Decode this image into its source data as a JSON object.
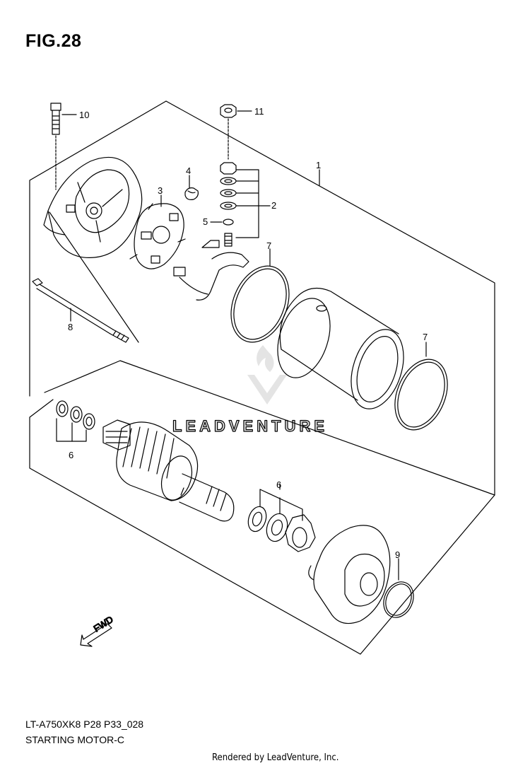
{
  "figure": {
    "title": "FIG.28",
    "model_code": "LT-A750XK8 P28 P33_028",
    "description": "STARTING MOTOR-C",
    "rendered_by": "Rendered by LeadVenture, Inc.",
    "watermark": "LEADVENTURE",
    "fwd_label": "FWD"
  },
  "callouts": [
    {
      "id": "c1",
      "label": "1"
    },
    {
      "id": "c2",
      "label": "2"
    },
    {
      "id": "c3",
      "label": "3"
    },
    {
      "id": "c4",
      "label": "4"
    },
    {
      "id": "c5",
      "label": "5"
    },
    {
      "id": "c6a",
      "label": "6"
    },
    {
      "id": "c6b",
      "label": "6"
    },
    {
      "id": "c7a",
      "label": "7"
    },
    {
      "id": "c7b",
      "label": "7"
    },
    {
      "id": "c8",
      "label": "8"
    },
    {
      "id": "c9",
      "label": "9"
    },
    {
      "id": "c10",
      "label": "10"
    },
    {
      "id": "c11",
      "label": "11"
    }
  ]
}
